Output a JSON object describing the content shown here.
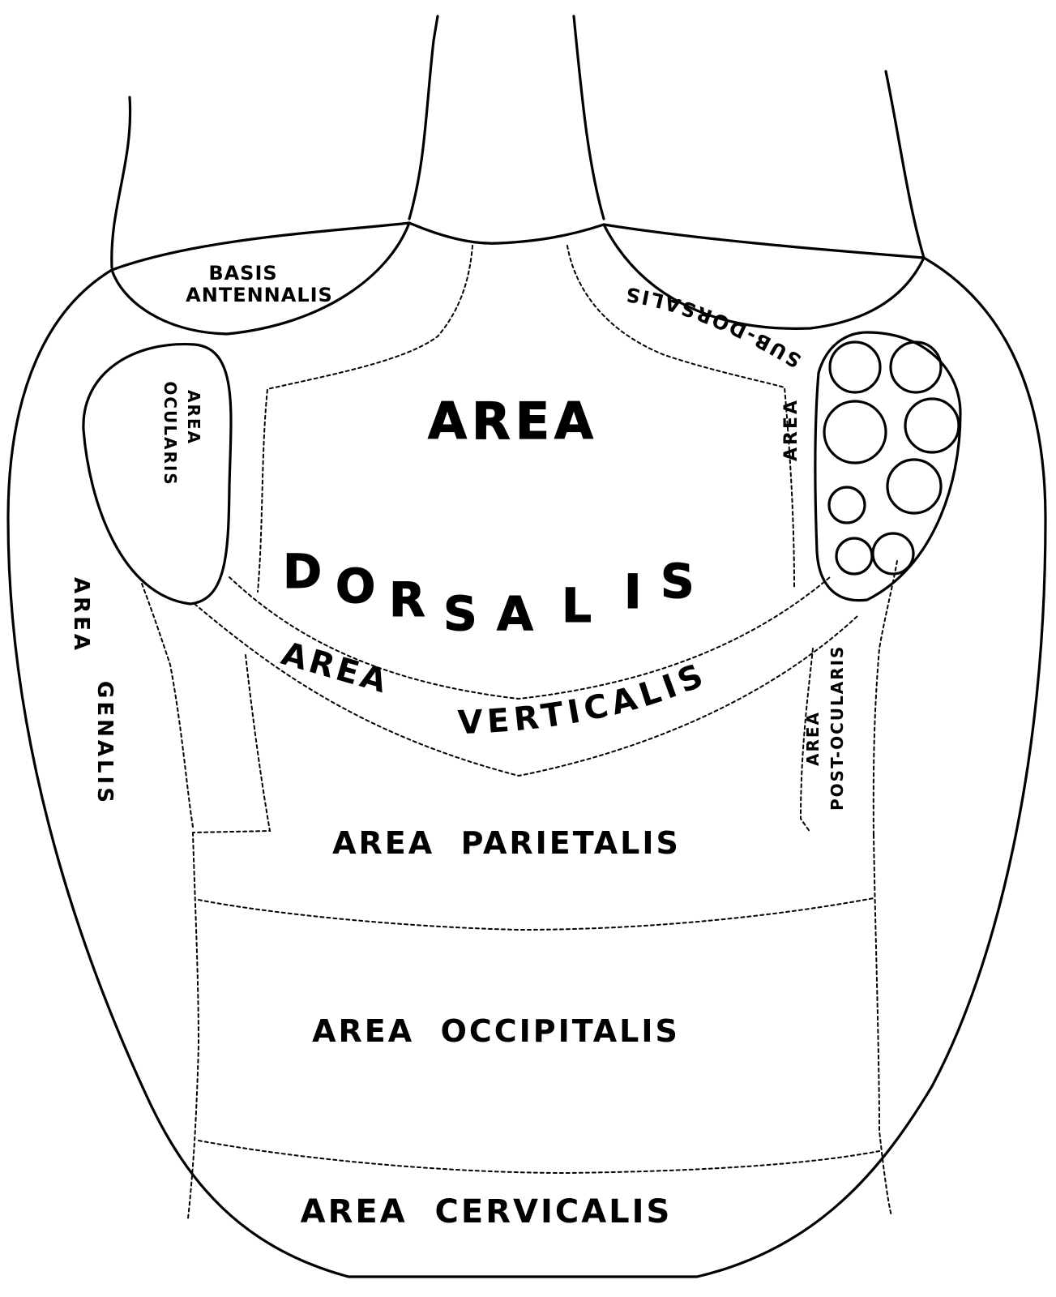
{
  "diagram": {
    "labels": {
      "basis_antennalis_1": "BASIS",
      "basis_antennalis_2": "ANTENNALIS",
      "area_ocularis_1": "AREA",
      "area_ocularis_2": "OCULARIS",
      "area_dorsalis_area": "AREA",
      "dorsalis_D": "D",
      "dorsalis_O": "O",
      "dorsalis_R": "R",
      "dorsalis_S": "S",
      "dorsalis_A": "A",
      "dorsalis_L": "L",
      "dorsalis_I": "I",
      "dorsalis_S2": "S",
      "sub_dorsalis": "SUB-DORSALIS",
      "sub_dorsalis_area": "AREA",
      "area_genalis_1": "AREA",
      "area_genalis_2": "GENALIS",
      "verticalis_area": "AREA",
      "verticalis_word": "VERTICALIS",
      "post_ocularis_1": "AREA",
      "post_ocularis_2": "POST-OCULARIS",
      "area_parietalis": "AREA  PARIETALIS",
      "area_occipitalis": "AREA  OCCIPITALIS",
      "area_cervicalis": "AREA  CERVICALIS"
    }
  }
}
